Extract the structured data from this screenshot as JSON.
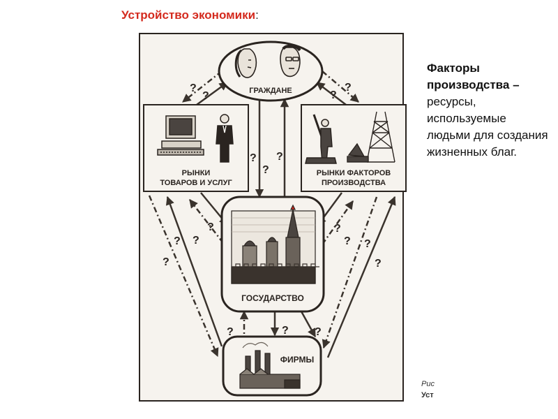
{
  "slide": {
    "title": "Устройство экономики",
    "title_colon": ":",
    "definition_term": "Факторы производства –",
    "definition_body": "ресурсы, используемые людьми для создания жизненных благ.",
    "caption_line1": "Рис",
    "caption_line2": "Уст"
  },
  "diagram": {
    "nodes": {
      "citizens": "ГРАЖДАНЕ",
      "goods_market_line1": "РЫНКИ",
      "goods_market_line2": "ТОВАРОВ И УСЛУГ",
      "factors_market_line1": "РЫНКИ ФАКТОРОВ",
      "factors_market_line2": "ПРОИЗВОДСТВА",
      "state": "ГОСУДАРСТВО",
      "firms": "ФИРМЫ"
    },
    "question_mark": "?",
    "icons": [
      "faces-icon",
      "computer-icon",
      "businessman-icon",
      "worker-icon",
      "oil-derrick-icon",
      "kremlin-icon",
      "factory-icon"
    ]
  },
  "colors": {
    "title": "#d42a1e",
    "ink": "#2a2420",
    "paper": "#f6f3ee"
  }
}
